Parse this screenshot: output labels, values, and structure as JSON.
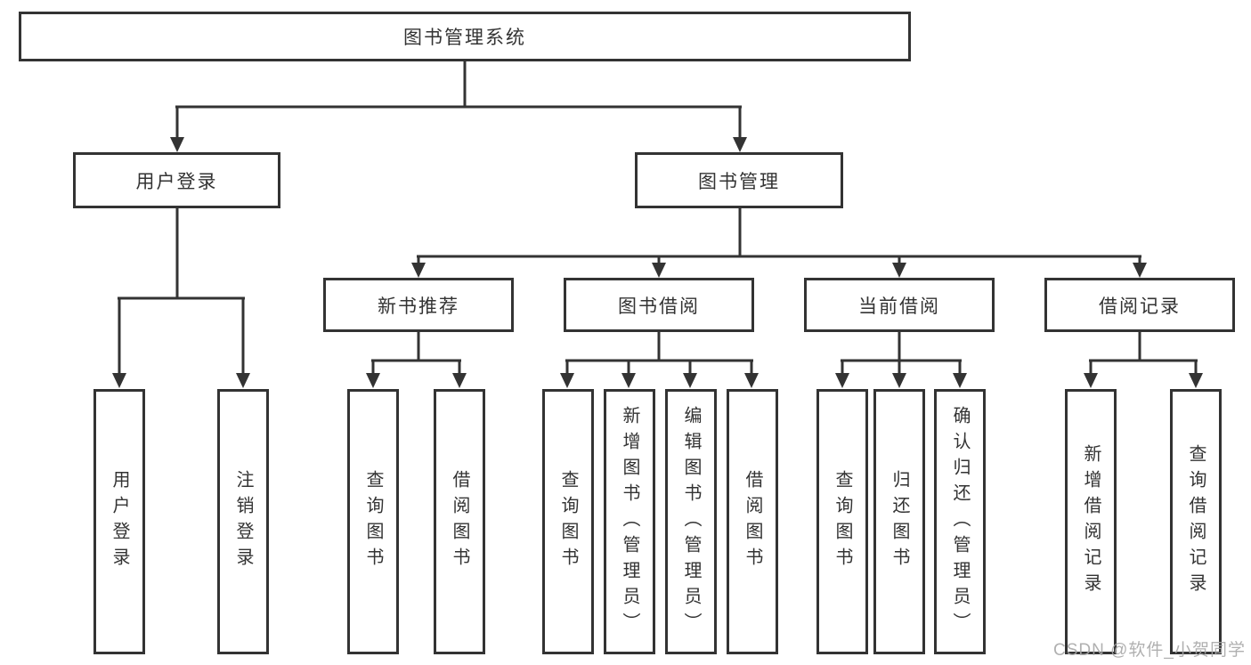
{
  "diagram": {
    "root": "图书管理系统",
    "branches": {
      "user_login": "用户登录",
      "book_management": "图书管理"
    },
    "modules": {
      "new_book_recommend": "新书推荐",
      "book_borrowing": "图书借阅",
      "current_borrowing": "当前借阅",
      "borrowing_records": "借阅记录"
    },
    "functions": {
      "user_login": "用户登录",
      "logout_login": "注销登录",
      "query_books_recommend": "查询图书",
      "borrow_books_recommend": "借阅图书",
      "query_books_borrowing": "查询图书",
      "add_books_admin": "新增图书（管理员）",
      "edit_books_admin": "编辑图书（管理员）",
      "borrow_books_borrowing": "借阅图书",
      "query_books_current": "查询图书",
      "return_books": "归还图书",
      "confirm_return_admin": "确认归还（管理员）",
      "add_borrow_record": "新增借阅记录",
      "query_borrow_record": "查询借阅记录"
    }
  },
  "watermark": "CSDN @软件_小贺同学",
  "colors": {
    "line": "#333333",
    "text": "#333333",
    "watermark": "#a8a8a8",
    "background": "#ffffff"
  }
}
